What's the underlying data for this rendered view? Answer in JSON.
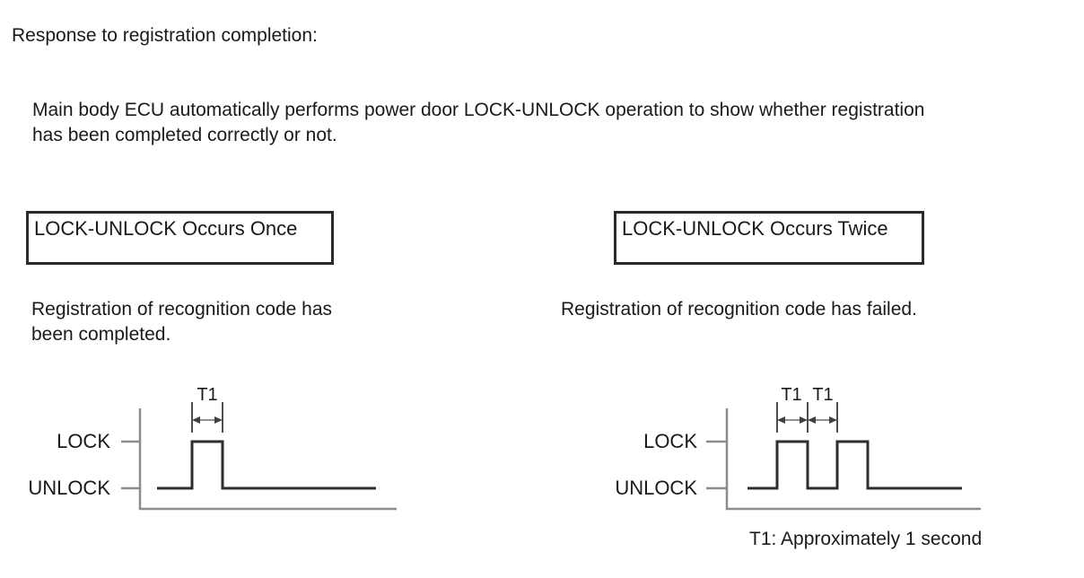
{
  "page": {
    "title": "Response to registration completion:",
    "paragraph_line1": "Main body ECU automatically performs power door LOCK-UNLOCK operation to show whether registration",
    "paragraph_line2": "has been completed correctly or not."
  },
  "columns": [
    {
      "box_label": "LOCK-UNLOCK Occurs Once",
      "caption_line1": "Registration of recognition code has",
      "caption_line2": "been completed."
    },
    {
      "box_label": "LOCK-UNLOCK Occurs Twice",
      "caption_line1": "Registration of recognition code has failed.",
      "caption_line2": ""
    }
  ],
  "diagram": {
    "high_label": "LOCK",
    "low_label": "UNLOCK",
    "note": "T1: Approximately 1 second",
    "once": {
      "pulse_count": 1,
      "intervals": [
        "T1"
      ]
    },
    "twice": {
      "pulse_count": 2,
      "intervals": [
        "T1",
        "T1"
      ]
    }
  }
}
